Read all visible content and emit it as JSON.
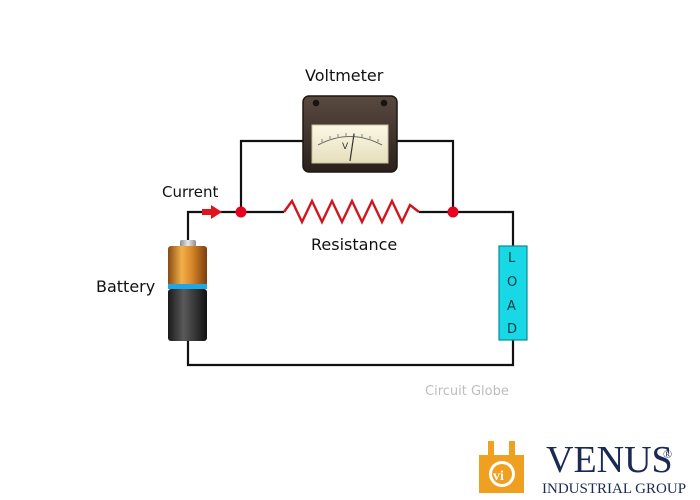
{
  "labels": {
    "voltmeter": "Voltmeter",
    "current": "Current",
    "resistance": "Resistance",
    "battery": "Battery",
    "load_letters": [
      "L",
      "O",
      "A",
      "D"
    ],
    "meter_scale_symbol": "V"
  },
  "watermark": "Circuit Globe",
  "brand": {
    "name": "VENUS",
    "registered": "®",
    "subtitle": "INDUSTRIAL GROUP",
    "logo_letters": "vi"
  },
  "colors": {
    "wire": "#111111",
    "node": "#e8001c",
    "resistor": "#d4141c",
    "current_arrow": "#e0141c",
    "load_fill": "#19d8e6",
    "brand_orange": "#f0a020",
    "brand_navy": "#1a2a55"
  }
}
